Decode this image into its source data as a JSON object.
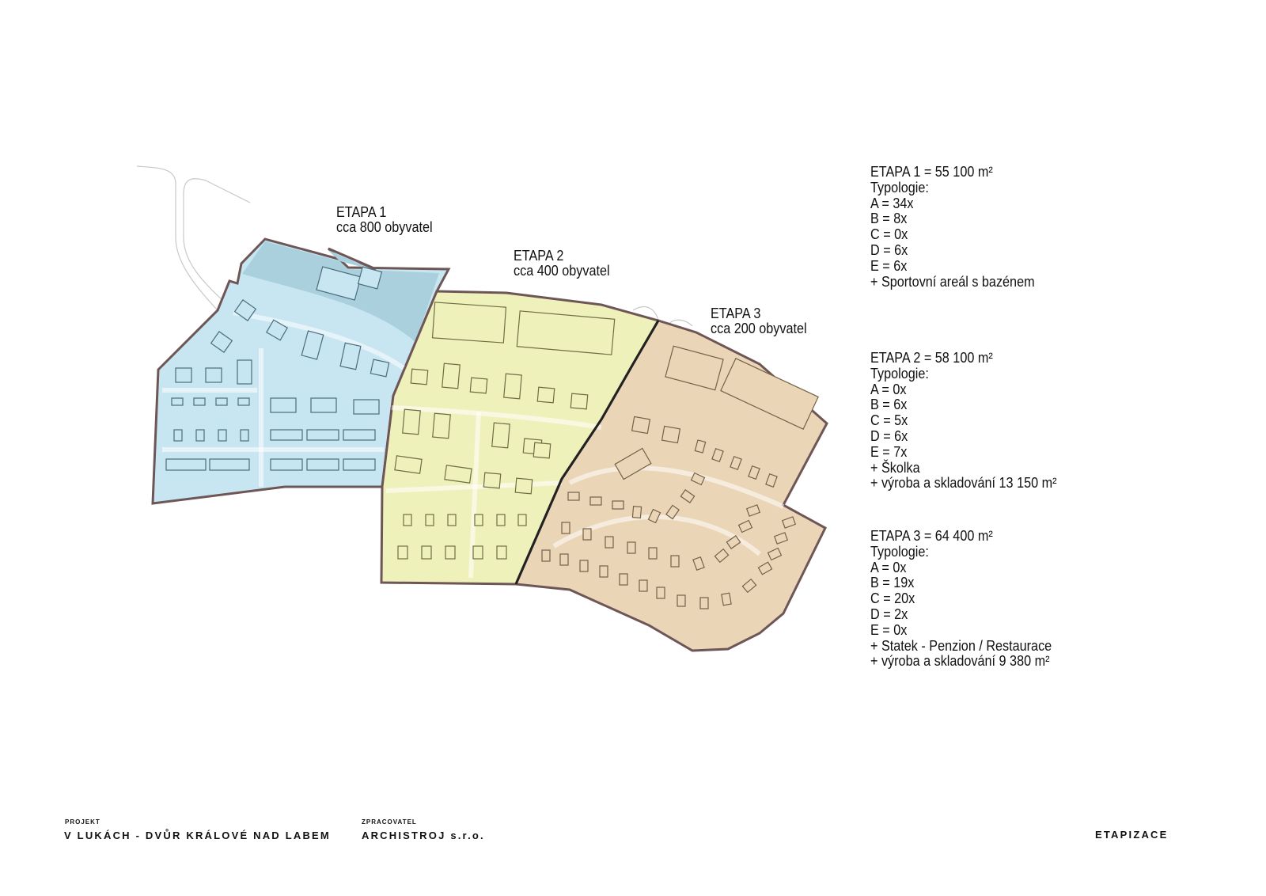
{
  "colors": {
    "etapa1": "#c7e6f1",
    "etapa1_dark": "#aad0dd",
    "etapa2": "#eff1bb",
    "etapa2_dark": "#dfe0a3",
    "etapa3": "#ead5b7",
    "etapa3_dark": "#d9c29f",
    "border": "#6f5656"
  },
  "map_labels": [
    {
      "title": "ETAPA 1",
      "subtitle": "cca 800 obyvatel"
    },
    {
      "title": "ETAPA 2",
      "subtitle": "cca 400 obyvatel"
    },
    {
      "title": "ETAPA 3",
      "subtitle": "cca 200 obyvatel"
    }
  ],
  "stages": [
    {
      "heading": "ETAPA 1 = 55 100 m²",
      "typology_label": "Typologie:",
      "lines": [
        "A = 34x",
        "B = 8x",
        "C = 0x",
        "D = 6x",
        "E = 6x",
        "+ Sportovní areál s bazénem"
      ]
    },
    {
      "heading": "ETAPA 2 = 58 100 m²",
      "typology_label": "Typologie:",
      "lines": [
        "A = 0x",
        "B = 6x",
        "C = 5x",
        "D = 6x",
        "E = 7x",
        "+ Školka",
        "+ výroba a skladování 13 150 m²"
      ]
    },
    {
      "heading": "ETAPA 3 = 64 400 m²",
      "typology_label": "Typologie:",
      "lines": [
        "A = 0x",
        "B = 19x",
        "C = 20x",
        "D = 2x",
        "E = 0x",
        "+ Statek - Penzion / Restaurace",
        "+ výroba a skladování 9 380 m²"
      ]
    }
  ],
  "footer": {
    "project_label": "PROJEKT",
    "project_name": "V LUKÁCH - DVŮR KRÁLOVÉ NAD LABEM",
    "author_label": "ZPRACOVATEL",
    "author_name": "ARCHISTROJ s.r.o.",
    "sheet_title": "ETAPIZACE"
  }
}
